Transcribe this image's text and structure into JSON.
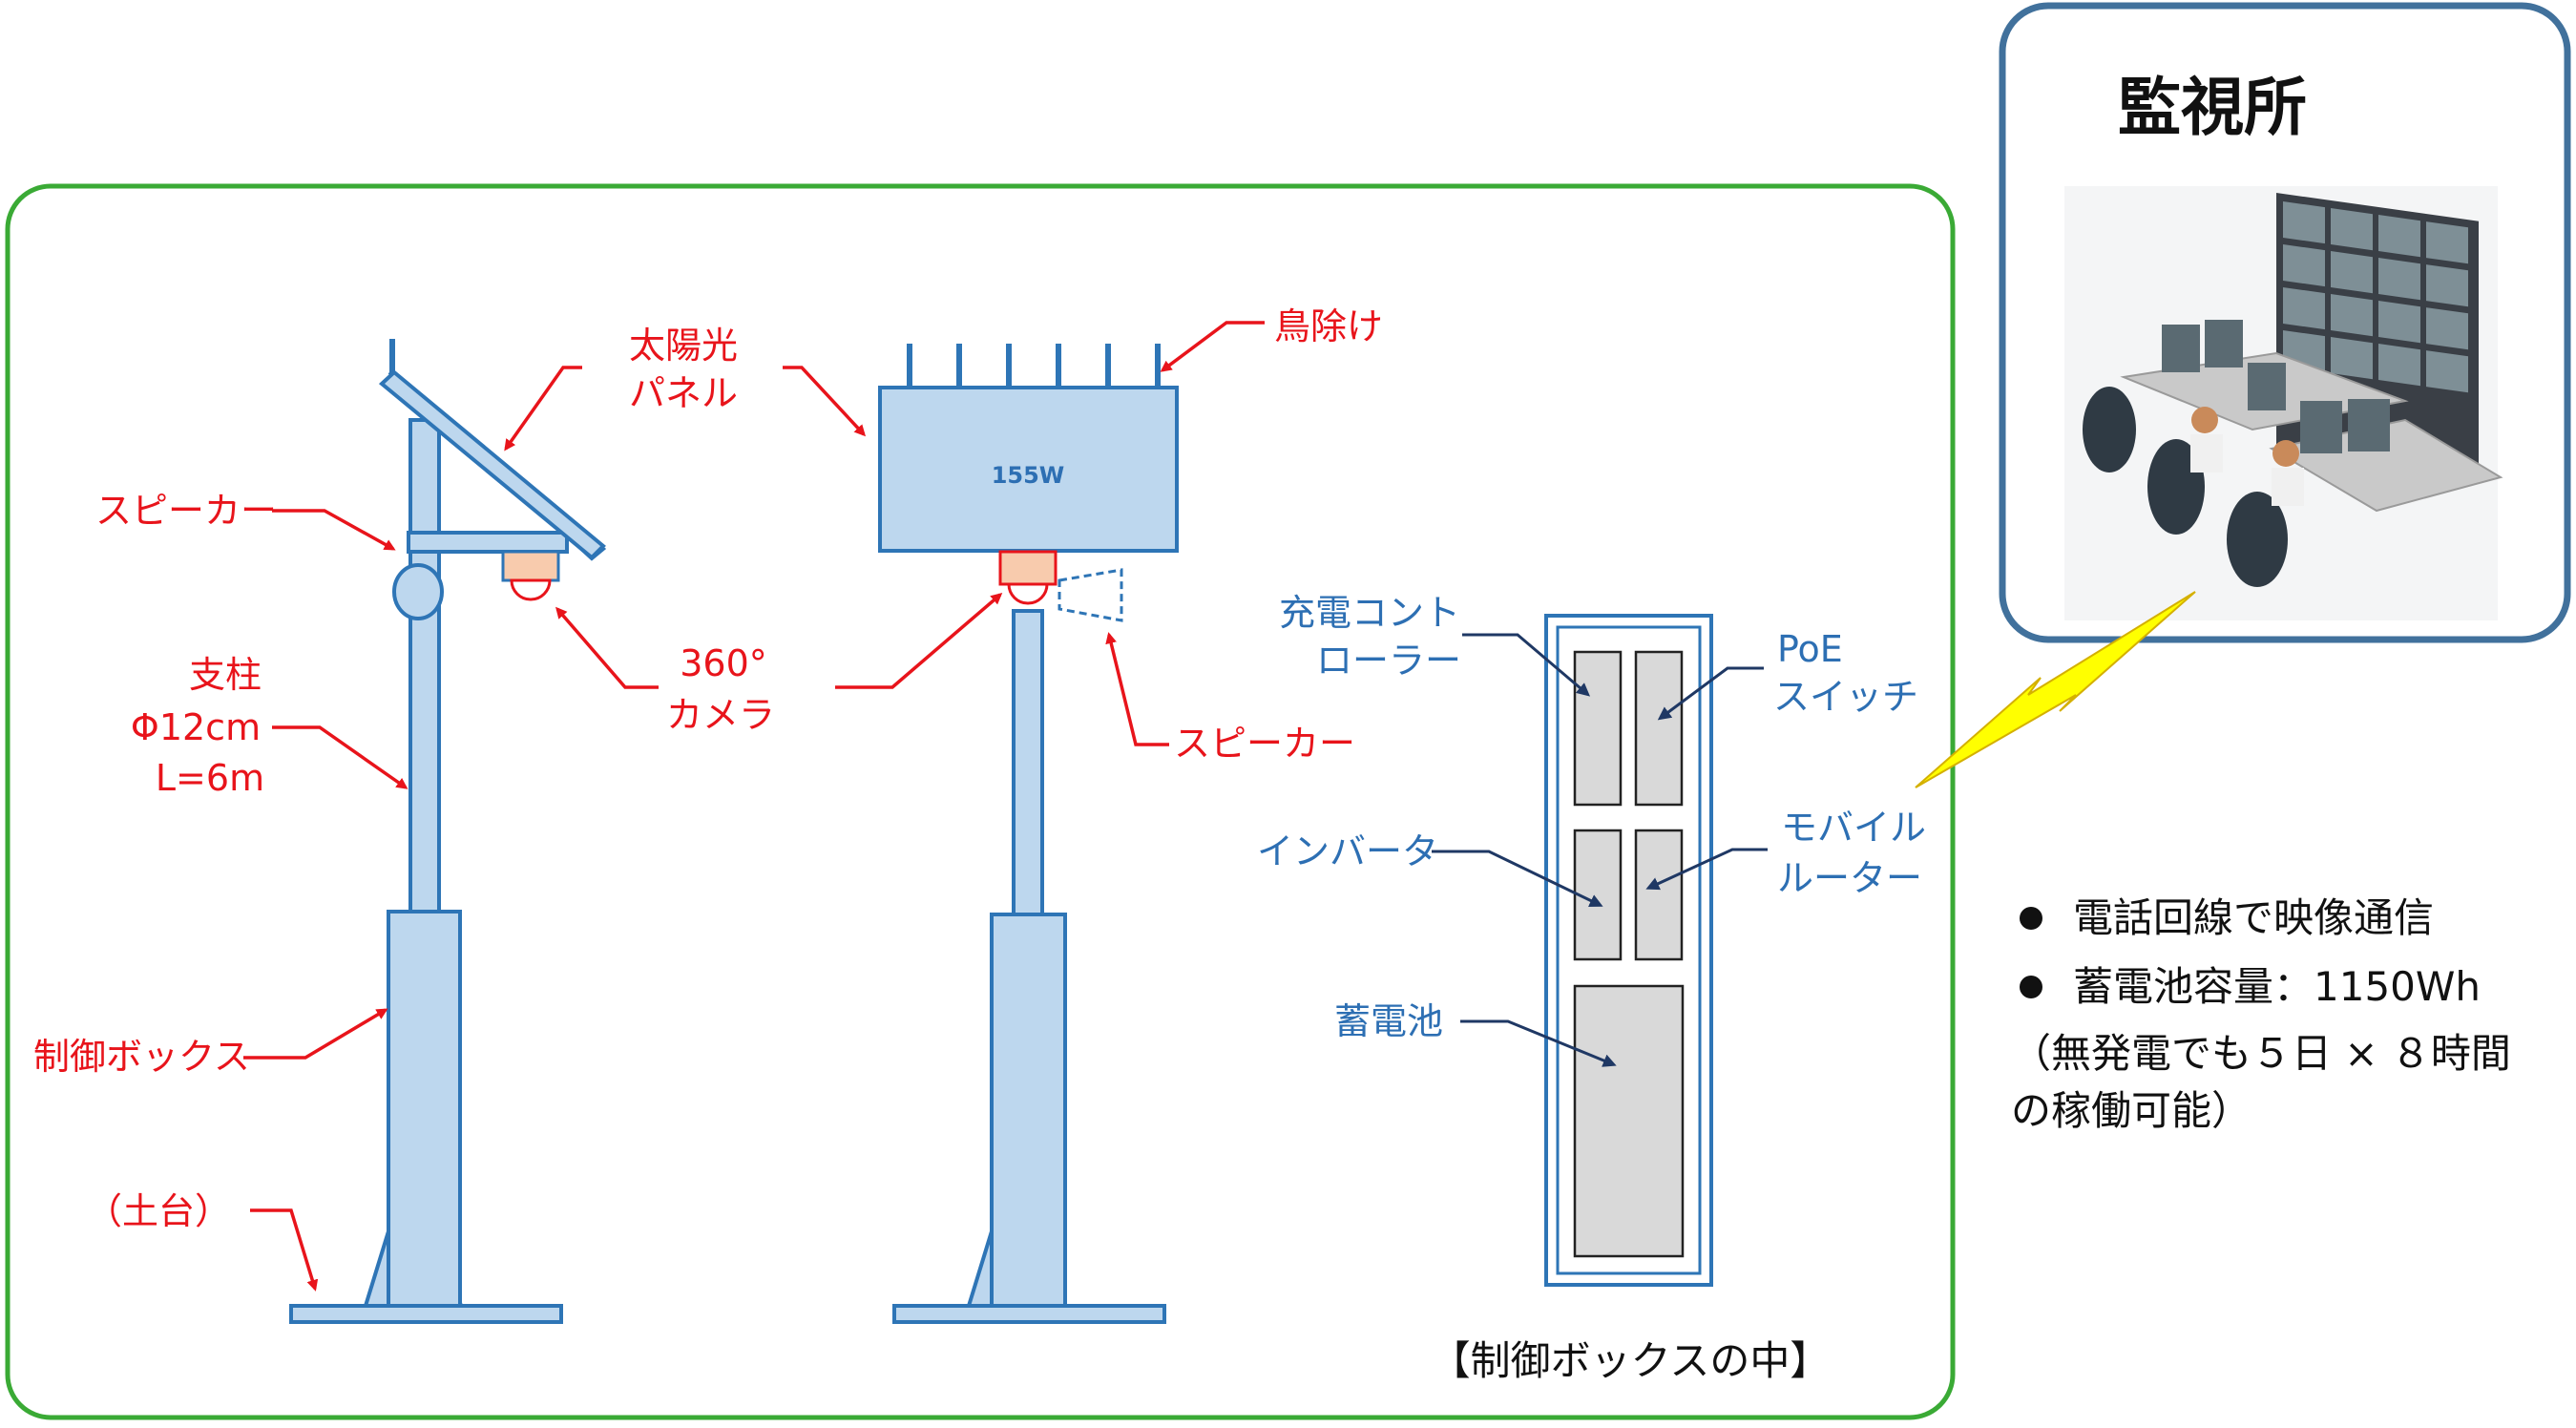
{
  "labels": {
    "solar_panel_line1": "太陽光",
    "solar_panel_line2": "パネル",
    "bird_guard": "鳥除け",
    "speaker_left": "スピーカー",
    "speaker_right": "スピーカー",
    "camera_line1": "360°",
    "camera_line2": "カメラ",
    "pole_line1": "支柱",
    "pole_line2": "Φ12cm",
    "pole_line3": "L=6m",
    "control_box": "制御ボックス",
    "base": "（土台）",
    "panel_watt": "155W"
  },
  "control_box_inside": {
    "caption": "【制御ボックスの中】",
    "charge_controller_line1": "充電コント",
    "charge_controller_line2": "ローラー",
    "poe_switch_line1": "PoE",
    "poe_switch_line2": "スイッチ",
    "inverter": "インバータ",
    "mobile_router_line1": "モバイル",
    "mobile_router_line2": "ルーター",
    "battery": "蓄電池"
  },
  "monitoring": {
    "title": "監視所"
  },
  "notes": {
    "item1": "電話回線で映像通信",
    "item2": "蓄電池容量：1150Wh",
    "extra_line1": "（無発電でも５日 × ８時間",
    "extra_line2": "の稼働可能）"
  },
  "colors": {
    "frame_green": "#3aaa35",
    "label_red": "#e8141b",
    "label_blue": "#2d6fb3",
    "pole_fill": "#bdd7ee",
    "pole_stroke": "#2e75b6",
    "lightning": "#ffff00",
    "monitor_frame": "#41719c"
  }
}
